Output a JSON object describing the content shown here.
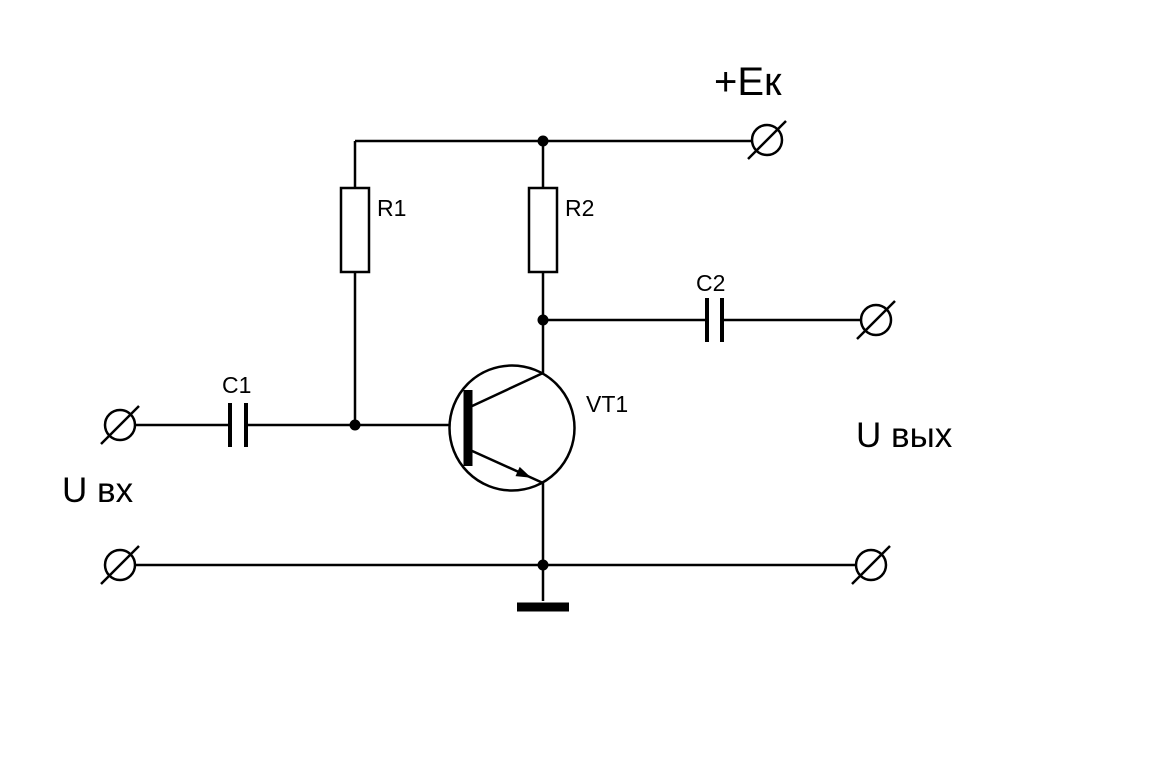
{
  "diagram": {
    "labels": {
      "power_rail": "+Ек",
      "input": "U вх",
      "output": "U вых"
    },
    "components": [
      {
        "label": "R1",
        "kind": "resistor"
      },
      {
        "label": "R2",
        "kind": "resistor"
      },
      {
        "label": "C1",
        "kind": "capacitor"
      },
      {
        "label": "C2",
        "kind": "capacitor"
      },
      {
        "label": "VT1",
        "kind": "npn-transistor"
      }
    ],
    "symbols": {
      "terminal": "circle-with-slash",
      "ground": "chassis-ground-bar",
      "junction": "filled-dot"
    },
    "colors": {
      "stroke": "#000000",
      "background": "#ffffff"
    }
  }
}
